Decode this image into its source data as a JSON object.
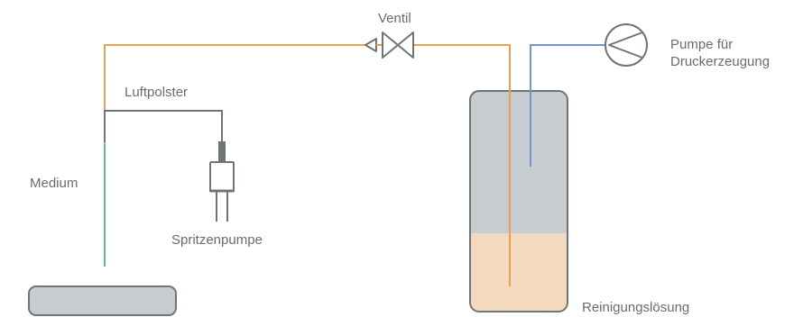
{
  "labels": {
    "valve": "Ventil",
    "pump": "Pumpe für",
    "pump_line2": "Druckerzeugung",
    "air_cushion": "Luftpolster",
    "medium": "Medium",
    "syringe_pump": "Spritzenpumpe",
    "cleaning_solution": "Reinigungslösung"
  },
  "colors": {
    "cleaning_line": "#e8a052",
    "pressure_line": "#6f97cf",
    "medium_line": "#5fb59a",
    "air_line": "#6f7477",
    "tank_gas": "#c7ccd1",
    "tank_liquid": "#f3d9bd",
    "outline": "#6f7477",
    "text": "#6b6b6b"
  },
  "icons": {
    "valve": "check-valve-icon",
    "pump": "pump-symbol-icon",
    "syringe": "syringe-pump-icon"
  }
}
